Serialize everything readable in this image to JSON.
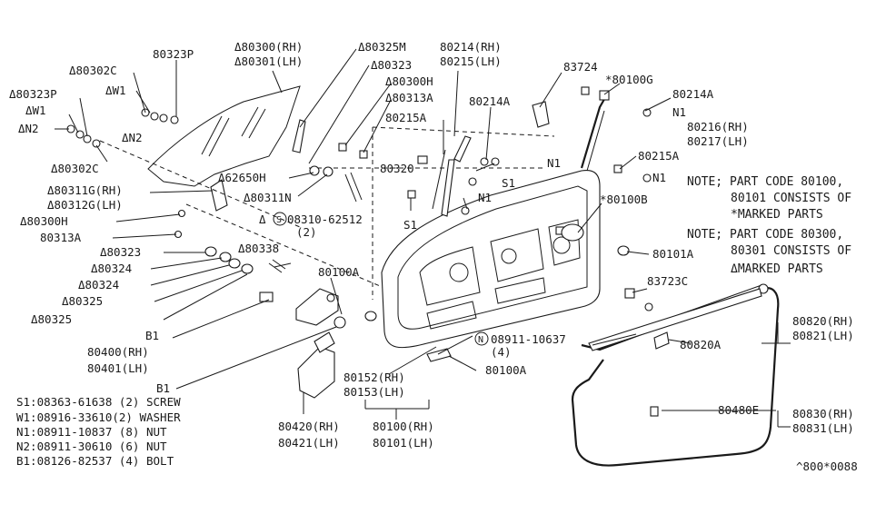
{
  "diagram": {
    "callouts": [
      {
        "id": "c1",
        "text": "80323P"
      },
      {
        "id": "c2",
        "text": "Δ80300(RH)"
      },
      {
        "id": "c3",
        "text": "Δ80301(LH)"
      },
      {
        "id": "c4",
        "text": "Δ80325M"
      },
      {
        "id": "c5",
        "text": "Δ80323"
      },
      {
        "id": "c6",
        "text": "Δ80300H"
      },
      {
        "id": "c7",
        "text": "Δ80313A"
      },
      {
        "id": "c8",
        "text": "80214(RH)"
      },
      {
        "id": "c9",
        "text": "80215(LH)"
      },
      {
        "id": "c10",
        "text": "80214A"
      },
      {
        "id": "c11",
        "text": "80215A"
      },
      {
        "id": "c12",
        "text": "83724"
      },
      {
        "id": "c13",
        "text": "*80100G"
      },
      {
        "id": "c14",
        "text": "80214A"
      },
      {
        "id": "c15",
        "text": "N1"
      },
      {
        "id": "c16",
        "text": "80216(RH)"
      },
      {
        "id": "c17",
        "text": "80217(LH)"
      },
      {
        "id": "c18",
        "text": "80215A"
      },
      {
        "id": "c19",
        "text": "N1"
      },
      {
        "id": "c20",
        "text": "Δ80302C"
      },
      {
        "id": "c21",
        "text": "ΔW1"
      },
      {
        "id": "c22",
        "text": "Δ80323P"
      },
      {
        "id": "c23",
        "text": "ΔW1"
      },
      {
        "id": "c24",
        "text": "ΔN2"
      },
      {
        "id": "c25",
        "text": "ΔN2"
      },
      {
        "id": "c26",
        "text": "Δ80302C"
      },
      {
        "id": "c27",
        "text": "Δ62650H"
      },
      {
        "id": "c28",
        "text": "Δ80311G(RH)"
      },
      {
        "id": "c29",
        "text": "Δ80312G(LH)"
      },
      {
        "id": "c30",
        "text": "Δ80311N"
      },
      {
        "id": "c31",
        "text": "Δ80300H"
      },
      {
        "id": "c32",
        "text": "80313A"
      },
      {
        "id": "c33",
        "text": "80320"
      },
      {
        "id": "c34",
        "text": "N1"
      },
      {
        "id": "c35",
        "text": "S1"
      },
      {
        "id": "c36",
        "text": "N1"
      },
      {
        "id": "c37",
        "text": "S1"
      },
      {
        "id": "c38",
        "text": "*80100B"
      },
      {
        "id": "c39",
        "text": "Δ"
      },
      {
        "id": "c40",
        "text": "08310-62512"
      },
      {
        "id": "c41",
        "text": "(2)"
      },
      {
        "id": "c42",
        "text": "Δ80323"
      },
      {
        "id": "c43",
        "text": "Δ80338"
      },
      {
        "id": "c44",
        "text": "Δ80324"
      },
      {
        "id": "c45",
        "text": "Δ80324"
      },
      {
        "id": "c46",
        "text": "Δ80325"
      },
      {
        "id": "c47",
        "text": "Δ80325"
      },
      {
        "id": "c48",
        "text": "80100A"
      },
      {
        "id": "c49",
        "text": "80101A"
      },
      {
        "id": "c50",
        "text": "83723C"
      },
      {
        "id": "c51",
        "text": "B1"
      },
      {
        "id": "c52",
        "text": "80400(RH)"
      },
      {
        "id": "c53",
        "text": "80401(LH)"
      },
      {
        "id": "c54",
        "text": "B1"
      },
      {
        "id": "c55",
        "text": "08911-10637"
      },
      {
        "id": "c56",
        "text": "(4)"
      },
      {
        "id": "c57",
        "text": "80820(RH)"
      },
      {
        "id": "c58",
        "text": "80821(LH)"
      },
      {
        "id": "c59",
        "text": "80820A"
      },
      {
        "id": "c60",
        "text": "80100A"
      },
      {
        "id": "c61",
        "text": "80152(RH)"
      },
      {
        "id": "c62",
        "text": "80153(LH)"
      },
      {
        "id": "c63",
        "text": "80420(RH)"
      },
      {
        "id": "c64",
        "text": "80421(LH)"
      },
      {
        "id": "c65",
        "text": "80100(RH)"
      },
      {
        "id": "c66",
        "text": "80101(LH)"
      },
      {
        "id": "c67",
        "text": "80480E"
      },
      {
        "id": "c68",
        "text": "80830(RH)"
      },
      {
        "id": "c69",
        "text": "80831(LH)"
      },
      {
        "id": "c70",
        "text": "^800*0088"
      }
    ],
    "circled": [
      {
        "id": "k1",
        "text": "S"
      },
      {
        "id": "k2",
        "text": "N"
      }
    ],
    "notes": [
      "NOTE; PART CODE 80100,",
      "80101 CONSISTS OF",
      "*MARKED PARTS",
      "NOTE; PART CODE 80300,",
      "80301 CONSISTS OF",
      "ΔMARKED PARTS"
    ],
    "legend": [
      "S1:08363-61638 (2) SCREW",
      "W1:08916-33610(2) WASHER",
      "N1:08911-10837 (8) NUT",
      "N2:08911-30610 (6) NUT",
      "B1:08126-82537 (4) BOLT"
    ]
  }
}
